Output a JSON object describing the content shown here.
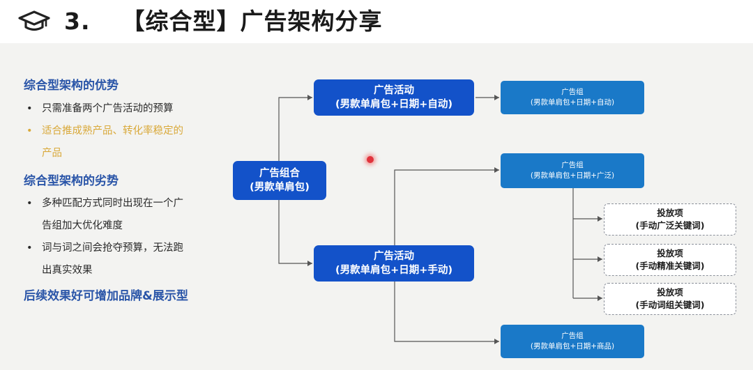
{
  "title": {
    "number": "3.",
    "text": "【综合型】广告架构分享",
    "icon": "graduation-cap-icon"
  },
  "left_panel": {
    "advantages_heading": "综合型架构的优势",
    "advantages": [
      {
        "line1": "只需准备两个广告活动的预算",
        "line2": ""
      },
      {
        "line1": "适合推成熟产品、转化率稳定的",
        "line2": "产品",
        "highlight": true
      }
    ],
    "disadvantages_heading": "综合型架构的劣势",
    "disadvantages": [
      {
        "line1": "多种匹配方式同时出现在一个广",
        "line2": "告组加大优化难度"
      },
      {
        "line1": "词与词之间会抢夺预算，无法跑",
        "line2": "出真实效果"
      }
    ],
    "footer": "后续效果好可增加品牌&展示型",
    "bullet_char": "•"
  },
  "diagram": {
    "root": {
      "line1": "广告组合",
      "line2": "(男款单肩包)"
    },
    "campaign_auto": {
      "line1": "广告活动",
      "line2": "(男款单肩包+日期+自动)"
    },
    "campaign_manual": {
      "line1": "广告活动",
      "line2": "(男款单肩包+日期+手动)"
    },
    "group_auto": {
      "line1": "广告组",
      "line2": "(男款单肩包+日期+自动)"
    },
    "group_broad": {
      "line1": "广告组",
      "line2": "(男款单肩包+日期+广泛)"
    },
    "group_product": {
      "line1": "广告组",
      "line2": "(男款单肩包+日期+商品)"
    },
    "targets": [
      {
        "line1": "投放项",
        "line2": "(手动广泛关键词)"
      },
      {
        "line1": "投放项",
        "line2": "(手动精准关键词)"
      },
      {
        "line1": "投放项",
        "line2": "(手动词组关键词)"
      }
    ]
  },
  "colors": {
    "heading_blue": "#2a55a8",
    "node_blue": "#1352c9",
    "group_blue": "#1a79c8",
    "highlight": "#d9a93a",
    "laser": "#e0333c"
  }
}
